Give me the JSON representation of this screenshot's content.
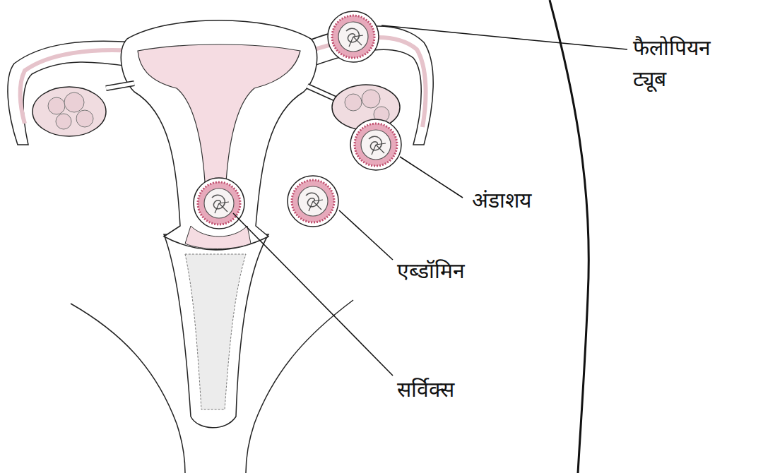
{
  "diagram": {
    "labels": [
      "फैलोपियन ट्यूब",
      "अंडाशय",
      "एब्डॉमिन",
      "सर्विक्स"
    ]
  }
}
